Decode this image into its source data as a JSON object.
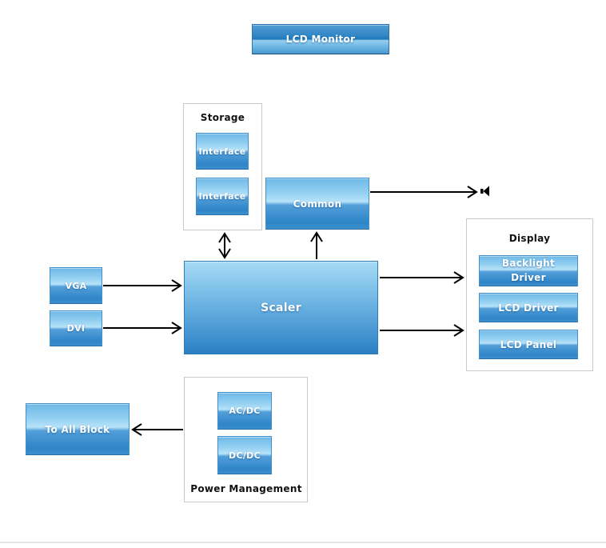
{
  "title_box": {
    "label": "LCD Monitor"
  },
  "blocks": {
    "vga": "VGA",
    "dvi": "DVI",
    "scaler": "Scaler",
    "common": "Common",
    "to_all_block": "To All Block"
  },
  "groups": {
    "storage": {
      "title": "Storage",
      "items": [
        "Interface",
        "Interface"
      ]
    },
    "display": {
      "title": "Display",
      "items": [
        "Backlight Driver",
        "LCD Driver",
        "LCD Panel"
      ]
    },
    "power": {
      "title": "Power Management",
      "items": [
        "AC/DC",
        "DC/DC"
      ]
    }
  },
  "icons": {
    "speaker": "speaker"
  },
  "colors": {
    "box_top": "#93cff1",
    "box_highlight": "#b7e3f9",
    "box_bottom": "#2e85c7",
    "box_border": "#4391cc",
    "container_border": "#c9c9c9",
    "arrow": "#000000",
    "footer_line": "#e6e6e6"
  }
}
